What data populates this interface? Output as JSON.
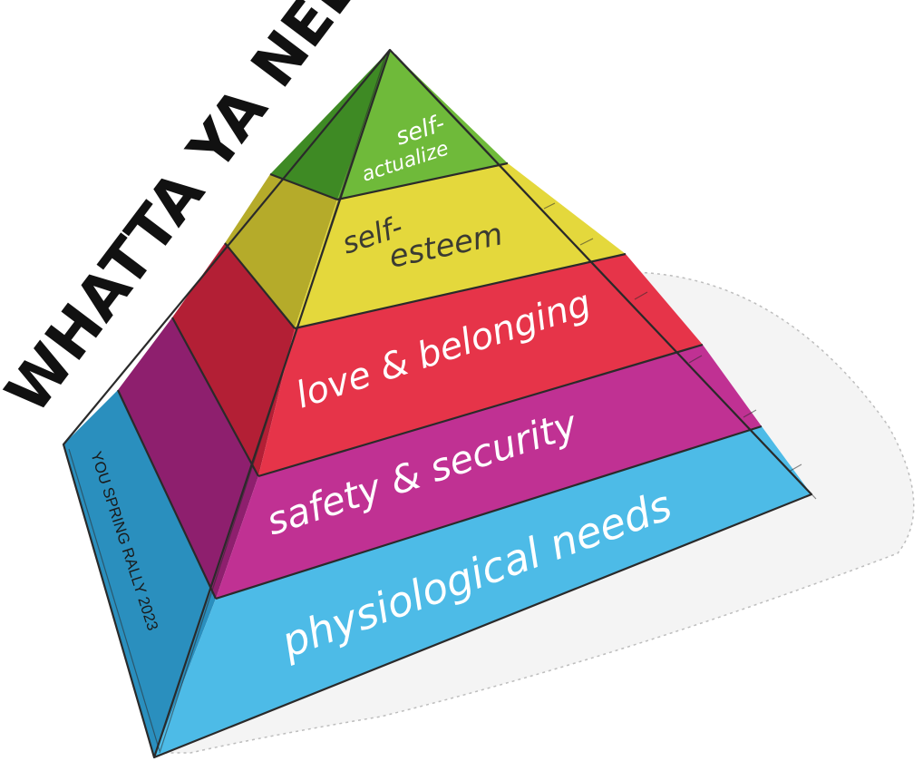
{
  "title": "WHATTA YA NEED?",
  "side_label": "YOU SPRING RALLY 2023",
  "tiers": [
    {
      "label_lines": [
        "self-",
        "actualize"
      ],
      "color": "#6fba3a",
      "side_color": "#3e8a24"
    },
    {
      "label_lines": [
        "self-",
        "esteem"
      ],
      "color": "#e4d83c",
      "side_color": "#b5ab2a"
    },
    {
      "label_lines": [
        "love & belonging"
      ],
      "color": "#e63449",
      "side_color": "#b31f35"
    },
    {
      "label_lines": [
        "safety & security"
      ],
      "color": "#c03193",
      "side_color": "#8e1f6e"
    },
    {
      "label_lines": [
        "physiological needs"
      ],
      "color": "#4dbbe7",
      "side_color": "#2a8fbe"
    }
  ]
}
